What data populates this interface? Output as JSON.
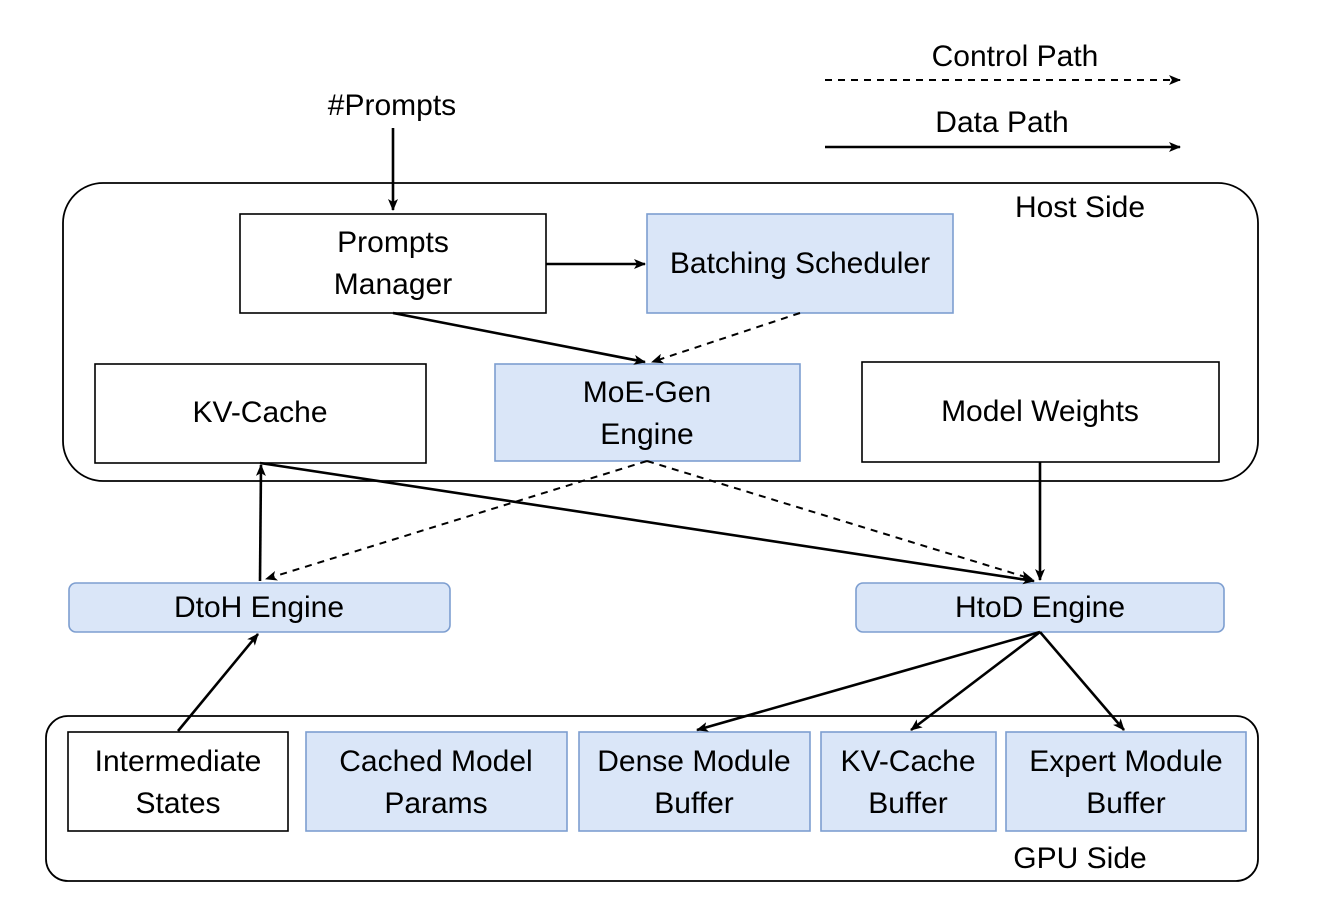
{
  "legend": {
    "control_path": "Control Path",
    "data_path": "Data Path"
  },
  "input_label": "#Prompts",
  "regions": {
    "host": "Host Side",
    "gpu": "GPU Side"
  },
  "host": {
    "prompts_manager": [
      "Prompts",
      "Manager"
    ],
    "batching_scheduler": "Batching Scheduler",
    "kv_cache": "KV-Cache",
    "moe_gen_engine": [
      "MoE-Gen",
      "Engine"
    ],
    "model_weights": "Model Weights"
  },
  "engines": {
    "dtoh": "DtoH Engine",
    "htod": "HtoD Engine"
  },
  "gpu": {
    "intermediate_states": [
      "Intermediate",
      "States"
    ],
    "cached_model_params": [
      "Cached Model",
      "Params"
    ],
    "dense_module_buffer": [
      "Dense Module",
      "Buffer"
    ],
    "kv_cache_buffer": [
      "KV-Cache",
      "Buffer"
    ],
    "expert_module_buffer": [
      "Expert Module",
      "Buffer"
    ]
  },
  "colors": {
    "module_fill": "#dae6f8",
    "module_stroke": "#7d9ed0"
  }
}
